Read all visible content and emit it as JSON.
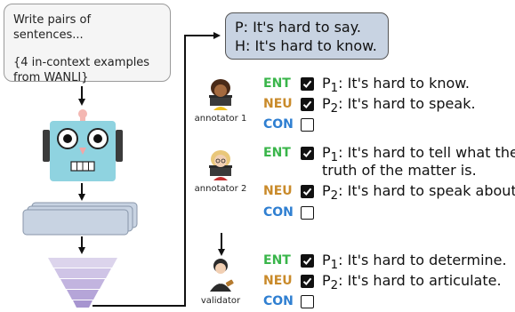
{
  "prompt": {
    "line1": "Write pairs of sentences...",
    "line2": "{4 in-context examples",
    "line3": "from WANLI}"
  },
  "premise_hypothesis": {
    "p_line": "P: It's hard to say.",
    "h_line": "H: It's hard to know."
  },
  "labels": {
    "ent": "ENT",
    "neu": "NEU",
    "con": "CON"
  },
  "colors": {
    "ent": "#39b54a",
    "neu": "#c98a2a",
    "con": "#2f7fd1",
    "box_blue": "#c8d3e2",
    "robot_face": "#8fd3e0"
  },
  "groups": [
    {
      "caption": "annotator 1",
      "icon": "annotator-avatar-icon",
      "rows": [
        {
          "label": "ENT",
          "checked": true,
          "prefix": "P",
          "sub": "1",
          "text": ": It's hard to know."
        },
        {
          "label": "NEU",
          "checked": true,
          "prefix": "P",
          "sub": "2",
          "text": ": It's hard to speak."
        },
        {
          "label": "CON",
          "checked": false
        }
      ]
    },
    {
      "caption": "annotator 2",
      "icon": "annotator-avatar-icon",
      "rows": [
        {
          "label": "ENT",
          "checked": true,
          "prefix": "P",
          "sub": "1",
          "text": ": It's hard to tell what the",
          "cont": "truth of the matter is."
        },
        {
          "label": "NEU",
          "checked": true,
          "prefix": "P",
          "sub": "2",
          "text": ": It's hard to speak about it."
        },
        {
          "label": "CON",
          "checked": false
        }
      ]
    },
    {
      "caption": "validator",
      "icon": "validator-avatar-icon",
      "rows": [
        {
          "label": "ENT",
          "checked": true,
          "prefix": "P",
          "sub": "1",
          "text": ": It's hard to determine."
        },
        {
          "label": "NEU",
          "checked": true,
          "prefix": "P",
          "sub": "2",
          "text": ": It's hard to articulate."
        },
        {
          "label": "CON",
          "checked": false
        }
      ]
    }
  ]
}
